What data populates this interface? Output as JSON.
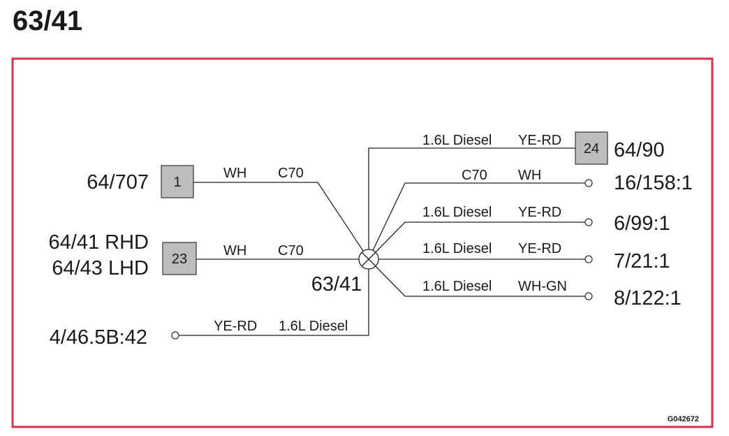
{
  "title": "63/41",
  "frame_color": "#d6304f",
  "splice": {
    "label": "63/41",
    "icon": "splice-point-icon"
  },
  "left": {
    "c1": {
      "box": "1",
      "term": "64/707",
      "wire1": "WH",
      "wire2": "C70"
    },
    "c23": {
      "box": "23",
      "term_line1": "64/41 RHD",
      "term_line2": "64/43 LHD",
      "wire1": "WH",
      "wire2": "C70"
    },
    "c4": {
      "term": "4/46.5B:42",
      "wire1": "YE-RD",
      "wire2": "1.6L Diesel"
    }
  },
  "right": {
    "r1": {
      "box": "24",
      "term": "64/90",
      "wire1": "1.6L Diesel",
      "wire2": "YE-RD"
    },
    "r2": {
      "term": "16/158:1",
      "wire1": "C70",
      "wire2": "WH"
    },
    "r3": {
      "term": "6/99:1",
      "wire1": "1.6L Diesel",
      "wire2": "YE-RD"
    },
    "r4": {
      "term": "7/21:1",
      "wire1": "1.6L Diesel",
      "wire2": "YE-RD"
    },
    "r5": {
      "term": "8/122:1",
      "wire1": "1.6L Diesel",
      "wire2": "WH-GN"
    }
  },
  "code": "G042672"
}
